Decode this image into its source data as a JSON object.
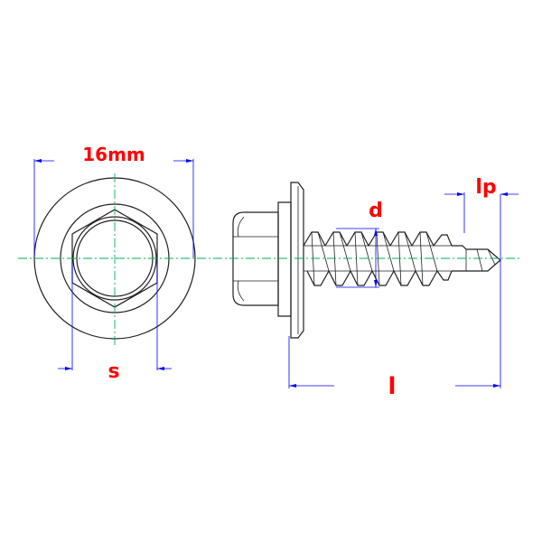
{
  "labels": {
    "diameter": "16mm",
    "across_flats": "s",
    "thread": "d",
    "length": "l",
    "point_length": "lp"
  },
  "colors": {
    "label": "#ff0000",
    "dimension": "#0000ff",
    "centerline": "#00b050",
    "outline": "#231f20"
  }
}
